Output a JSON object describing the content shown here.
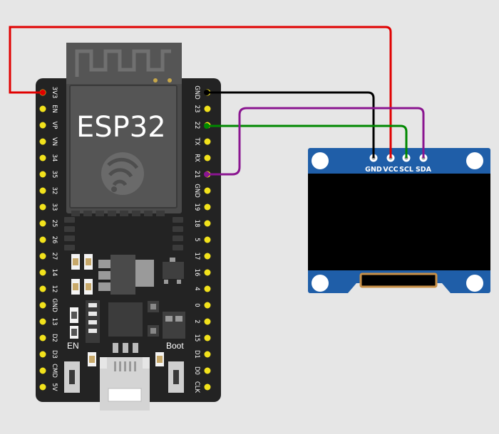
{
  "board": {
    "name": "ESP32",
    "left_pins": [
      "3V3",
      "EN",
      "VP",
      "VN",
      "34",
      "35",
      "32",
      "33",
      "25",
      "26",
      "27",
      "14",
      "12",
      "GND",
      "13",
      "D2",
      "D3",
      "CMD",
      "5V"
    ],
    "right_pins": [
      "GND",
      "23",
      "22",
      "TX",
      "RX",
      "21",
      "GND",
      "19",
      "18",
      "5",
      "17",
      "16",
      "4",
      "0",
      "2",
      "15",
      "D1",
      "D0",
      "CLK"
    ],
    "en_button_label": "EN",
    "boot_button_label": "Boot"
  },
  "oled": {
    "pins": [
      "GND",
      "VCC",
      "SCL",
      "SDA"
    ]
  },
  "wires": [
    {
      "from": "3V3",
      "to": "VCC",
      "color": "#e00000"
    },
    {
      "from": "GND",
      "to": "GND",
      "color": "#000000"
    },
    {
      "from": "22",
      "to": "SCL",
      "color": "#008800"
    },
    {
      "from": "21",
      "to": "SDA",
      "color": "#8a1590"
    }
  ],
  "colors": {
    "background": "#e6e6e6",
    "board": "#222222",
    "pin": "#f2e21c",
    "oled_pcb": "#1f5ea8",
    "screen": "#000000"
  }
}
